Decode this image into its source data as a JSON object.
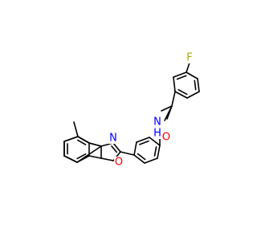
{
  "structure": {
    "atoms": [
      {
        "id": "F",
        "text": "F",
        "color": "#b5a800"
      },
      {
        "id": "N",
        "text": "N",
        "color": "#0000ff"
      },
      {
        "id": "H",
        "text": "H",
        "color": "#0000ff"
      },
      {
        "id": "O",
        "text": "O",
        "color": "#ff0000"
      },
      {
        "id": "Nox",
        "text": "N",
        "color": "#0000ff"
      },
      {
        "id": "Oox",
        "text": "O",
        "color": "#ff0000"
      }
    ],
    "bond_color": "#000000"
  }
}
